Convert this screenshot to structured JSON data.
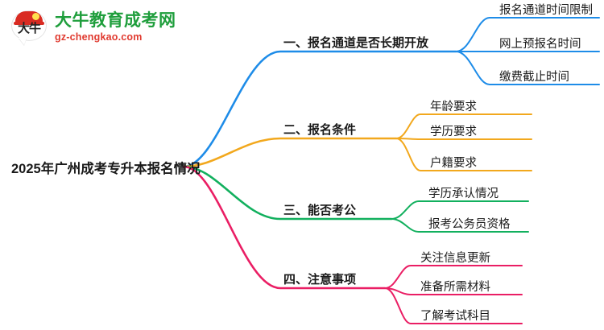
{
  "logo": {
    "mark_text": "大牛",
    "title": "大牛教育成考网",
    "subtitle": "gz-chengkao.com",
    "title_color": "#1f9e3c",
    "subtitle_color": "#e03a2f",
    "cap_color": "#d92b22"
  },
  "mindmap": {
    "root": {
      "label": "2025年广州成考专升本报名情况"
    },
    "branches": [
      {
        "label": "一、报名通道是否长期开放",
        "color": "#1e8ce8",
        "children": [
          {
            "label": "报名通道时间限制"
          },
          {
            "label": "网上预报名时间"
          },
          {
            "label": "缴费截止时间"
          }
        ]
      },
      {
        "label": "二、报名条件",
        "color": "#f2a81d",
        "children": [
          {
            "label": "年龄要求"
          },
          {
            "label": "学历要求"
          },
          {
            "label": "户籍要求"
          }
        ]
      },
      {
        "label": "三、能否考公",
        "color": "#12b05e",
        "children": [
          {
            "label": "学历承认情况"
          },
          {
            "label": "报考公务员资格"
          }
        ]
      },
      {
        "label": "四、注意事项",
        "color": "#ea1e64",
        "children": [
          {
            "label": "关注信息更新"
          },
          {
            "label": "准备所需材料"
          },
          {
            "label": "了解考试科目"
          }
        ]
      }
    ]
  }
}
